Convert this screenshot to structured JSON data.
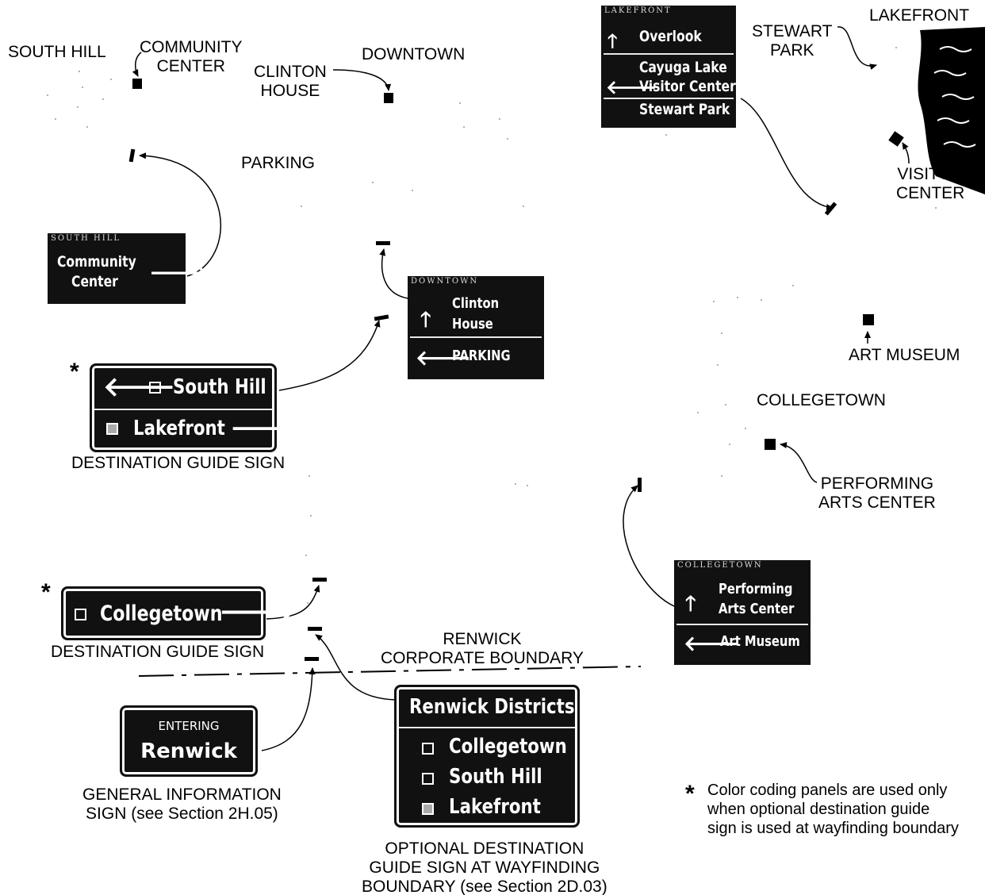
{
  "labels": {
    "south_hill": "SOUTH HILL",
    "community_center": [
      "COMMUNITY",
      "CENTER"
    ],
    "clinton_house": [
      "CLINTON",
      "HOUSE"
    ],
    "downtown": "DOWNTOWN",
    "parking": "PARKING",
    "stewart_park": [
      "STEWART",
      "PARK"
    ],
    "lakefront": "LAKEFRONT",
    "visitor_center": [
      "VISITOR",
      "CENTER"
    ],
    "art_museum": "ART MUSEUM",
    "collegetown": "COLLEGETOWN",
    "performing_arts_center": [
      "PERFORMING",
      "ARTS CENTER"
    ],
    "renwick_boundary": [
      "RENWICK",
      "CORPORATE BOUNDARY"
    ]
  },
  "signs": {
    "lakefront": {
      "header": "LAKEFRONT",
      "row1": "Overlook",
      "row2": [
        "Cayuga Lake",
        "Visitor Center"
      ],
      "row3": "Stewart Park"
    },
    "south_hill": {
      "header": "SOUTH HILL",
      "lines": [
        "Community",
        "Center"
      ]
    },
    "downtown": {
      "header": "DOWNTOWN",
      "row1": [
        "Clinton",
        "House"
      ],
      "row2": "PARKING"
    },
    "collegetown": {
      "header": "COLLEGETOWN",
      "row1": [
        "Performing",
        "Arts Center"
      ],
      "row2": "Art Museum"
    },
    "destination_top": {
      "row1": "South Hill",
      "row2": "Lakefront"
    },
    "destination_bottom": {
      "row1": "Collegetown"
    },
    "entering": {
      "small": "ENTERING",
      "big": "Renwick"
    },
    "districts": {
      "title": "Renwick Districts",
      "items": [
        "Collegetown",
        "South Hill",
        "Lakefront"
      ]
    }
  },
  "captions": {
    "destination_guide_sign_top": "DESTINATION GUIDE SIGN",
    "destination_guide_sign_bottom": "DESTINATION GUIDE SIGN",
    "general_information": [
      "GENERAL INFORMATION",
      "SIGN (see Section 2H.05)"
    ],
    "optional_destination": [
      "OPTIONAL DESTINATION",
      "GUIDE SIGN AT WAYFINDING",
      "BOUNDARY (see Section 2D.03)"
    ]
  },
  "footnote": {
    "mark": "*",
    "lines": [
      "Color coding panels are used only",
      "when optional destination guide",
      "sign is used at wayfinding boundary"
    ]
  },
  "colors": {
    "sign_background": "#111111",
    "sign_text": "#ffffff",
    "shaded_panel": "#aaaaaa"
  }
}
